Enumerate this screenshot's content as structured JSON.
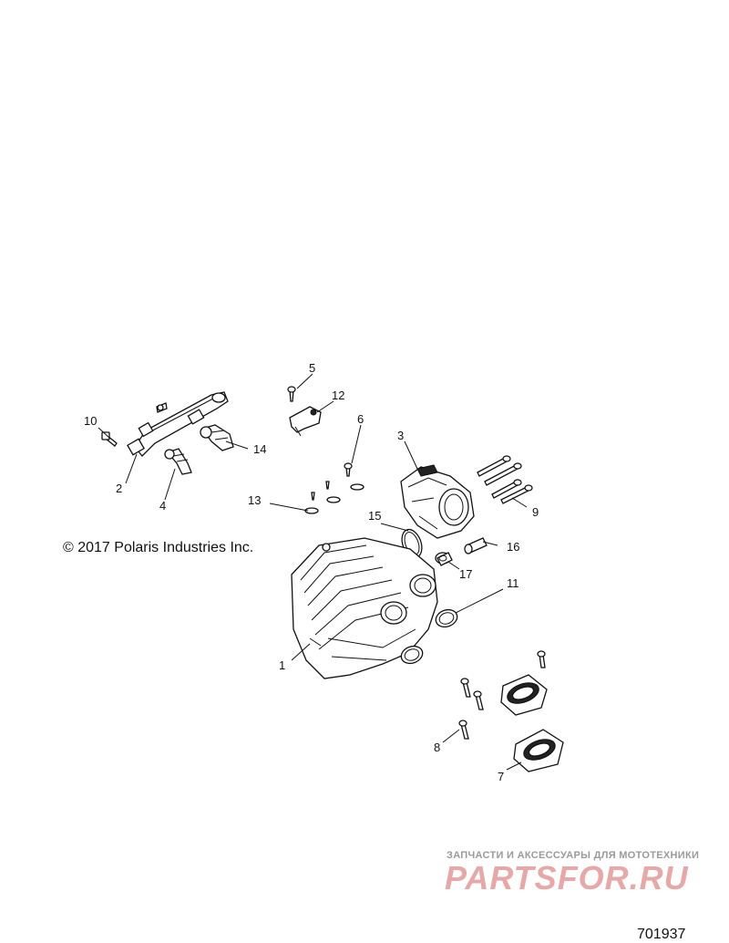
{
  "callouts": [
    {
      "id": "1",
      "text": "1"
    },
    {
      "id": "2",
      "text": "2"
    },
    {
      "id": "3",
      "text": "3"
    },
    {
      "id": "4",
      "text": "4"
    },
    {
      "id": "5",
      "text": "5"
    },
    {
      "id": "6",
      "text": "6"
    },
    {
      "id": "7",
      "text": "7"
    },
    {
      "id": "8",
      "text": "8"
    },
    {
      "id": "9",
      "text": "9"
    },
    {
      "id": "10",
      "text": "10"
    },
    {
      "id": "11",
      "text": "11"
    },
    {
      "id": "12",
      "text": "12"
    },
    {
      "id": "13",
      "text": "13"
    },
    {
      "id": "14",
      "text": "14"
    },
    {
      "id": "15",
      "text": "15"
    },
    {
      "id": "16",
      "text": "16"
    },
    {
      "id": "17",
      "text": "17"
    }
  ],
  "copyright": "© 2017 Polaris Industries Inc.",
  "watermark": {
    "tagline": "ЗАПЧАСТИ И АКСЕССУАРЫ ДЛЯ МОТОТЕХНИКИ",
    "brand": "PARTSFOR.RU"
  },
  "diagram_number": "701937"
}
